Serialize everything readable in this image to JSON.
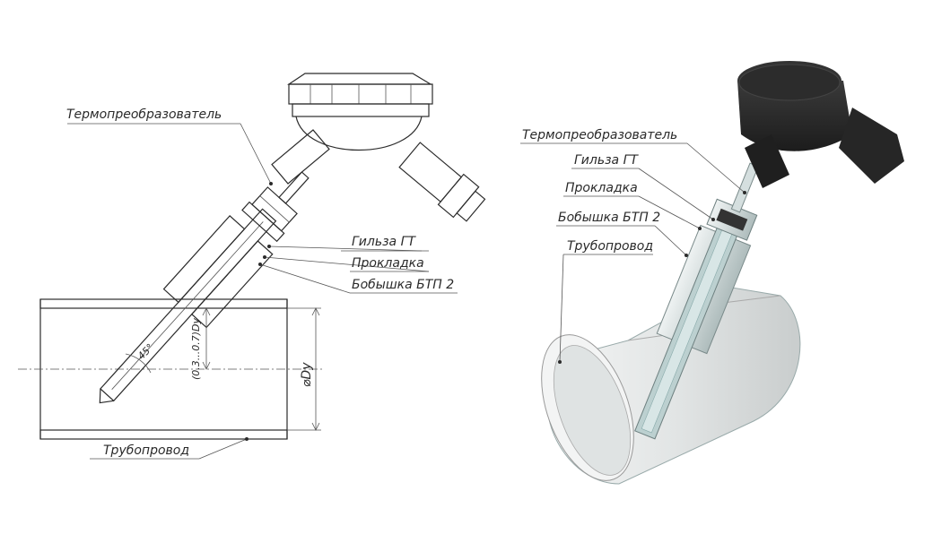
{
  "left_drawing": {
    "labels": {
      "thermo": "Термопреобразователь",
      "sleeve": "Гильза ГТ",
      "gasket": "Прокладка",
      "boss": "Бобышка БТП 2",
      "pipe": "Трубопровод"
    },
    "dimensions": {
      "depth": "(0.3...0.7)Dy",
      "diameter": "⌀Dy",
      "angle": "45°"
    }
  },
  "right_render": {
    "labels": {
      "thermo": "Термопреобразователь",
      "sleeve": "Гильза ГТ",
      "gasket": "Прокладка",
      "boss": "Бобышка БТП 2",
      "pipe": "Трубопровод"
    }
  },
  "colors": {
    "line": "#2b2b2b",
    "head_dark": "#2a2a2a",
    "pipe_light": "#e8eaea",
    "metal": "#c9d3d3"
  }
}
